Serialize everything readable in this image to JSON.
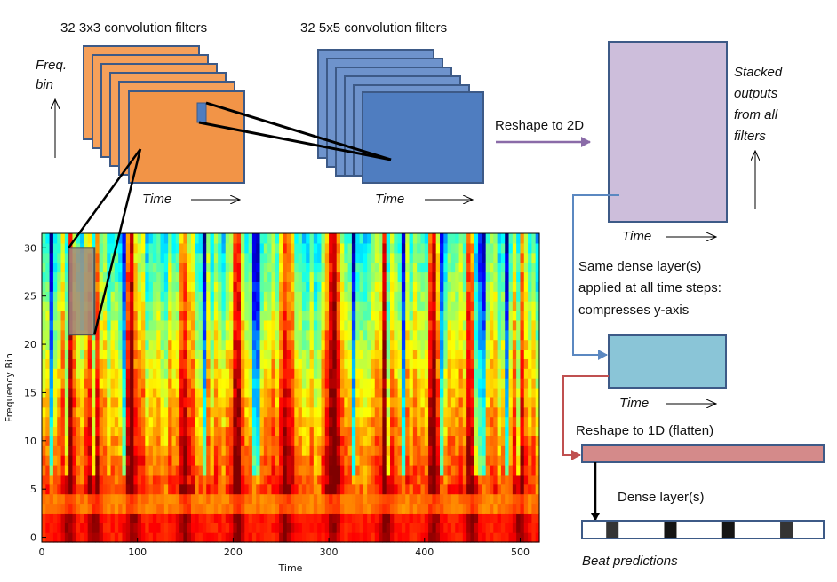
{
  "labels": {
    "filters3": "32 3x3 convolution filters",
    "filters5": "32 5x5 convolution filters",
    "freq_bin": [
      "Freq.",
      "bin"
    ],
    "time": "Time",
    "reshape2d": "Reshape to 2D",
    "stacked": [
      "Stacked",
      "outputs",
      "from all",
      "filters"
    ],
    "dense_desc": [
      "Same dense layer(s)",
      "applied at all time steps:",
      "compresses y-axis"
    ],
    "reshape1d": "Reshape to 1D (flatten)",
    "dense_layers": "Dense layer(s)",
    "beat_predictions": "Beat predictions"
  },
  "spectrogram": {
    "xlabel": "Time",
    "ylabel": "Frequency Bin",
    "xticks": [
      "0",
      "100",
      "200",
      "300",
      "400",
      "500"
    ],
    "yticks": [
      "0",
      "5",
      "10",
      "15",
      "20",
      "25",
      "30"
    ],
    "xlim": [
      0,
      520
    ],
    "ylim": [
      -0.5,
      31.5
    ],
    "colormap": "jet",
    "filter_window": {
      "time": [
        28,
        55
      ],
      "freq": [
        21,
        30
      ]
    }
  },
  "beat_predictions": [
    0.55,
    1.0,
    1.0,
    0.55
  ],
  "colors": {
    "orange": "#F5A05A",
    "orange_front": "#F29447",
    "filter_border": "#3D5A87",
    "blue_filter": "#6E93CC",
    "blue_front": "#4F7DC0",
    "purple": "#CDBEDB",
    "teal": "#8AC5D7",
    "pink": "#D48A8A",
    "purple_arrow": "#8A6BA8",
    "blue_arrow": "#5B88C1",
    "red_arrow": "#C05050"
  }
}
